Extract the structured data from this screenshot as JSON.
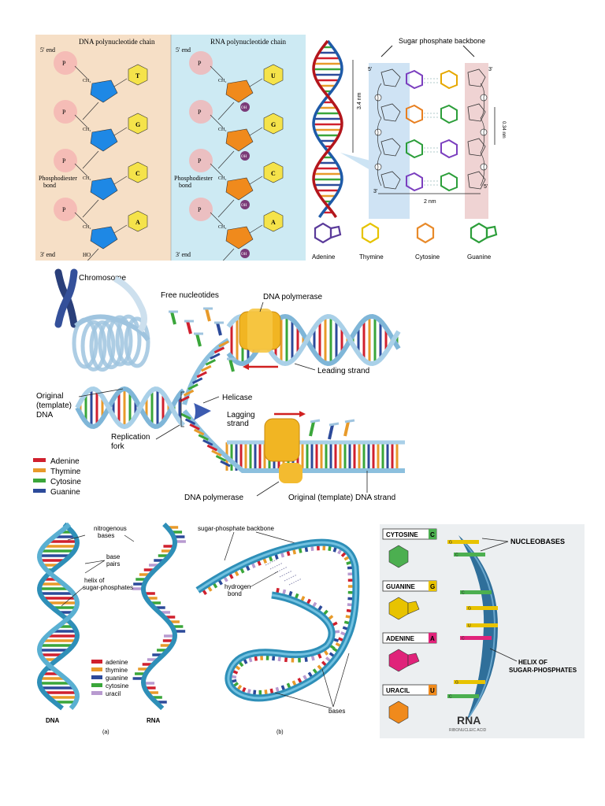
{
  "panel1": {
    "dna_title": "DNA polynucleotide chain",
    "rna_title": "RNA polynucleotide chain",
    "five_end": "5' end",
    "three_end": "3' end",
    "phosphodiester": [
      "Phosphodiester",
      "bond"
    ],
    "dna_bases": [
      "T",
      "G",
      "C",
      "A"
    ],
    "rna_bases": [
      "U",
      "G",
      "C",
      "A"
    ],
    "ch2": "CH₂",
    "oh": "OH",
    "ho": "HO"
  },
  "panel2": {
    "title": "Sugar phosphate backbone",
    "dim_34": "3.4 nm",
    "dim_034": "0.34 nm",
    "dim_2": "2 nm",
    "five": "5'",
    "three": "3'",
    "p": "P",
    "bases": [
      "Adenine",
      "Thymine",
      "Cytosine",
      "Guanine"
    ]
  },
  "panel3": {
    "chromosome": "Chromosome",
    "free_nucleotides": "Free nucleotides",
    "dna_polymerase_top": "DNA polymerase",
    "leading_strand": "Leading strand",
    "original_template": [
      "Original",
      "(template)",
      "DNA"
    ],
    "helicase": "Helicase",
    "lagging_strand": [
      "Lagging",
      "strand"
    ],
    "replication_fork": [
      "Replication",
      "fork"
    ],
    "legend": [
      "Adenine",
      "Thymine",
      "Cytosine",
      "Guanine"
    ],
    "dna_polymerase_bottom": "DNA polymerase",
    "original_template_strand": "Original (template) DNA strand"
  },
  "panel4": {
    "labels": [
      "nitrogenous",
      "bases",
      "base",
      "pairs",
      "helix of",
      "sugar-phosphates"
    ],
    "legend": [
      "adenine",
      "thymine",
      "guanine",
      "cytosine",
      "uracil"
    ],
    "dna": "DNA",
    "rna": "RNA",
    "a": "(a)"
  },
  "panel5": {
    "backbone": "sugar-phosphate backbone",
    "hydrogen": [
      "hydrogen",
      "bond"
    ],
    "bases": "bases",
    "b": "(b)"
  },
  "panel6": {
    "cards": [
      {
        "name": "CYTOSINE",
        "letter": "C",
        "color": "#4caf50"
      },
      {
        "name": "GUANINE",
        "letter": "G",
        "color": "#e8c300"
      },
      {
        "name": "ADENINE",
        "letter": "A",
        "color": "#e0237a"
      },
      {
        "name": "URACIL",
        "letter": "U",
        "color": "#f08a1c"
      }
    ],
    "nucleobases": "NUCLEOBASES",
    "helix": [
      "HELIX OF",
      "SUGAR-PHOSPHATES"
    ],
    "rna": "RNA",
    "rna_sub": "RIBONUCLEIC ACID",
    "rung_letters": [
      "G",
      "C",
      "C",
      "G",
      "U",
      "C",
      "G",
      "C"
    ]
  },
  "colors": {
    "adenine": "#d0202e",
    "thymine": "#e89a2a",
    "cytosine": "#3aa63a",
    "guanine": "#2c4a9a",
    "uracil": "#b89ad0"
  }
}
